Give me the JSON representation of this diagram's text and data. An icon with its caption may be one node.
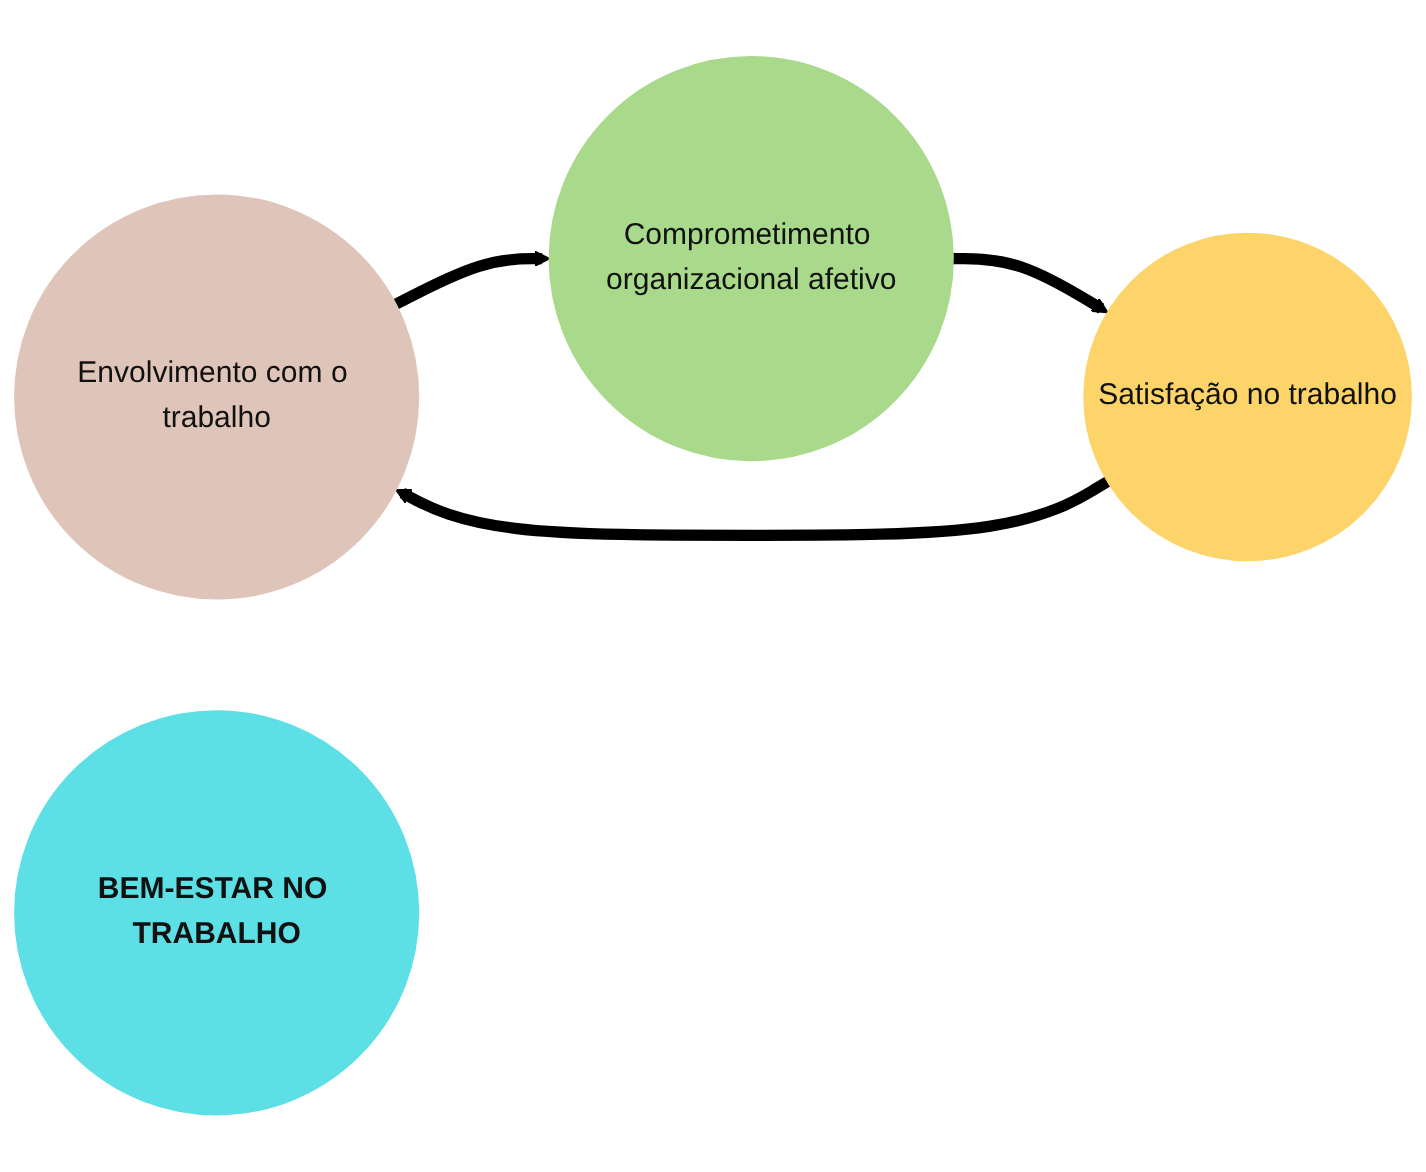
{
  "diagram": {
    "nodes": [
      {
        "text": [
          "Envolvimento com o trabalho"
        ]
      },
      {
        "text": [
          "BEM-ESTAR NO TRABALHO"
        ]
      },
      {
        "text": [
          "Satisfação no trabalho"
        ]
      },
      {
        "text": [
          "Comprometimento organizacional afetivo"
        ]
      }
    ],
    "edges": [
      {
        "from": 0,
        "to": 3,
        "arrow": "to"
      },
      {
        "from": 3,
        "to": 2,
        "arrow": "to"
      },
      {
        "from": 2,
        "to": 0,
        "arrow": "to"
      }
    ]
  }
}
